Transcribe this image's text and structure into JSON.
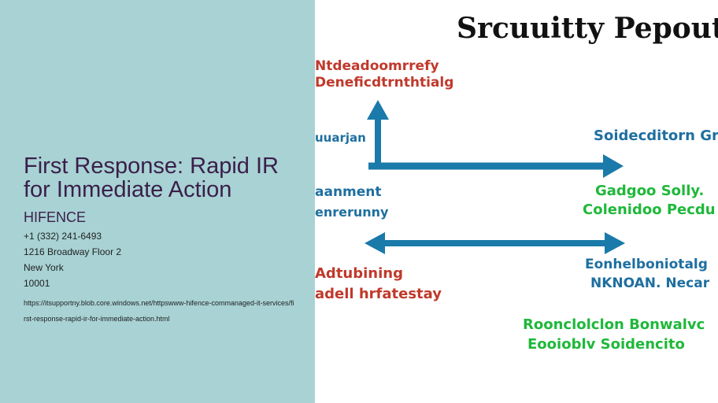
{
  "document": {
    "title": "First Response: Rapid IR for Immediate Action",
    "company": "HIFENCE",
    "phone": "+1 (332) 241-6493",
    "street": "1216 Broadway Floor 2",
    "city": "New York",
    "zip": "10001",
    "url": "https://itsupportny.blob.core.windows.net/httpswww-hifence-commanaged-it-services/first-response-rapid-ir-for-immediate-action.html"
  },
  "illustration": {
    "heading": "Srcuuitty Pepoutr",
    "labels": {
      "top_left_1": "Ntdeadoomrrefy",
      "top_left_2": "Deneficdtrnthtialg",
      "mid_left_a": "uuarjan",
      "mid_right_a": "Soidecditorn Gro",
      "mid_left_b1": "aanment",
      "mid_left_b2": "enrerunny",
      "mid_right_b1": "Gadgoo Solly.",
      "mid_right_b2": "Colenidoo Pecdu",
      "low_left_1": "Adtubining",
      "low_left_2": "adell hrfatestay",
      "low_right_1": "Eonhelboniotalg",
      "low_right_2": "NKNOAN. Necar",
      "bottom_1": "Roonclolclon Bonwalvc",
      "bottom_2": "Eooioblv Soidencito"
    },
    "colors": {
      "red": "#c0392b",
      "teal": "#1e6fa0",
      "green": "#1fb83a",
      "arrow": "#1a7aaa"
    }
  }
}
